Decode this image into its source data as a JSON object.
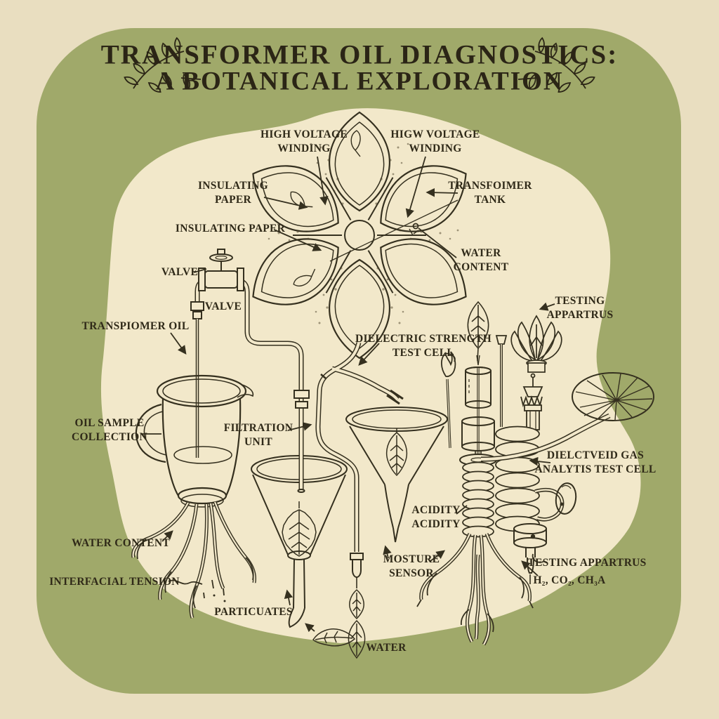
{
  "title": {
    "line1": "TRANSFORMER OIL DIAGNOSTICS:",
    "line2": "A BOTANICAL EXPLORATION"
  },
  "labels": {
    "hv_winding_left": "HIGH VOLTAGE\nWINDING",
    "hv_winding_right": "HIGW VOLTAGE\nWINDING",
    "insulating_paper_1": "INSULATING\nPAPER",
    "transformer_tank": "TRANSFOIMER\nTANK",
    "insulating_paper_2": "INSULATING PAPER",
    "water_content_flower": "WATER\nCONTENT",
    "valve_1": "VALVE",
    "valve_2": "VALVE",
    "transformer_oil": "TRANSPIOMER OIL",
    "oil_sample_collection": "OIL SAMPLE\nCOLLECTION",
    "filtration_unit": "FILTRATION\nUNIT",
    "dielectric_test_cell": "DIELECTRIC STRENGTH\nTEST CELL",
    "testing_apparatus_top": "TESTING\nAPPARTRUS",
    "dga_test_cell": "DIELCTVEID GAS\nANALYTIS TEST CELL",
    "acidity": "ACIDITY\nACIDITY",
    "moisture_sensor": "MOSTURE\nSENSOR",
    "water_content_roots": "WATER CONTENT",
    "interfacial_tension": "INTERFACIAL TENSION",
    "particulates": "PARTICUATES",
    "water": "WATER",
    "testing_apparatus_bottom": "TESTING APPARTRUS",
    "dissolved_gases": "H₂, CO₂, CH₃A"
  },
  "colors": {
    "background": "#e9dec0",
    "panel_green": "#a0a96a",
    "parchment": "#f2e8ca",
    "ink": "#35301f"
  }
}
